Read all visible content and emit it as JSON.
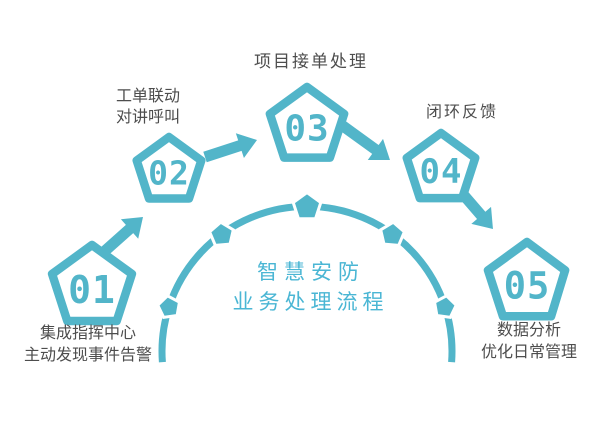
{
  "title": {
    "line1": "智慧安防",
    "line2": "业务处理流程"
  },
  "steps": [
    {
      "number": "01",
      "label_lines": [
        "集成指挥中心",
        "主动发现事件告警"
      ]
    },
    {
      "number": "02",
      "label_lines": [
        "工单联动",
        "对讲呼叫"
      ]
    },
    {
      "number": "03",
      "label_lines": [
        "项目接单处理"
      ]
    },
    {
      "number": "04",
      "label_lines": [
        "闭环反馈"
      ]
    },
    {
      "number": "05",
      "label_lines": [
        "数据分析",
        "优化日常管理"
      ]
    }
  ],
  "colors": {
    "shape_teal": "#52b5c9",
    "title_teal": "#4ab6d4",
    "label_gray": "#4d4d4d",
    "background": "#ffffff"
  }
}
